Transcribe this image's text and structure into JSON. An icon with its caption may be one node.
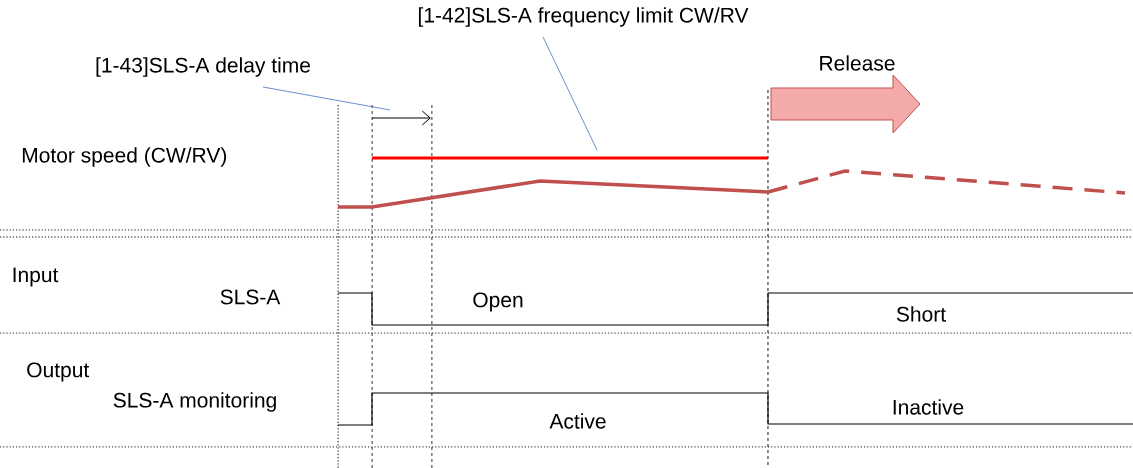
{
  "diagram": {
    "nodes": [
      {
        "text": [
          "[1-43]SLS-A delay time"
        ]
      },
      {
        "text": [
          "[1-42]SLS-A frequency limit CW/RV"
        ]
      }
    ],
    "edges": [
      {
        "from": 0,
        "to": null,
        "arrow": "none"
      },
      {
        "from": 1,
        "to": null,
        "arrow": "none"
      }
    ],
    "labels": [
      "Release",
      "Motor speed (CW/RV)",
      "Input",
      "SLS-A",
      "Open",
      "Short",
      "Output",
      "SLS-A monitoring",
      "Active",
      "Inactive"
    ]
  }
}
